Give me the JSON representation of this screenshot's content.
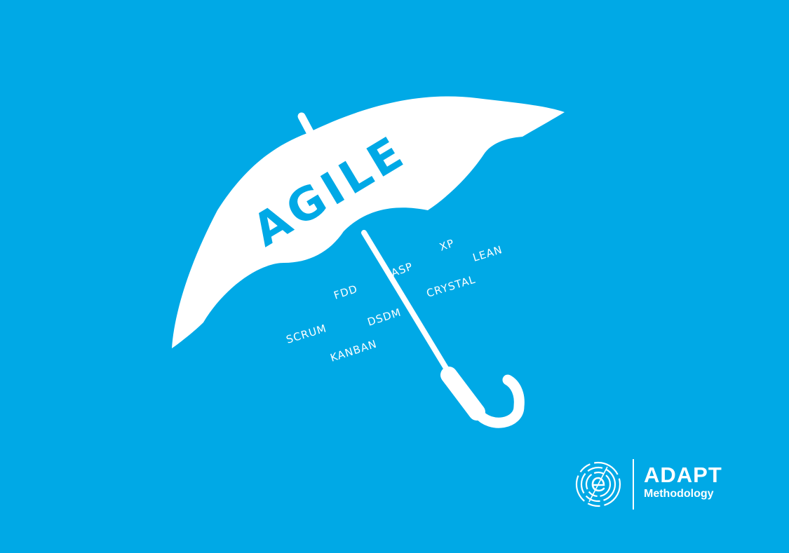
{
  "headline": "AGILE",
  "methods": {
    "xp": "XP",
    "lean": "LEAN",
    "asp": "ASP",
    "crystal": "CRYSTAL",
    "fdd": "FDD",
    "dsdm": "DSDM",
    "scrum": "SCRUM",
    "kanban": "KANBAN"
  },
  "brand": {
    "name": "ADAPT",
    "subtitle": "Methodology",
    "logo_icon": "adapt-e-circle-logo"
  },
  "colors": {
    "background": "#00a9e6",
    "foreground": "#ffffff"
  }
}
